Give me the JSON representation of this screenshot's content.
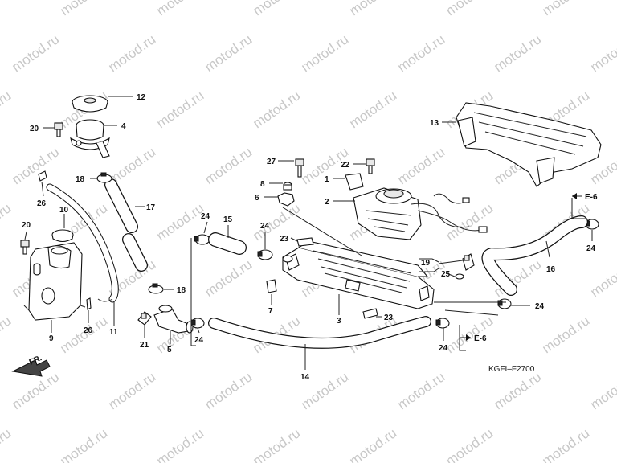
{
  "watermark": "motod.ru",
  "diagram_code": "KGFI–F2700",
  "direction_label": "FR.",
  "section_ref": "E-6",
  "callouts": [
    "1",
    "2",
    "3",
    "4",
    "5",
    "6",
    "7",
    "8",
    "9",
    "10",
    "11",
    "12",
    "13",
    "14",
    "15",
    "16",
    "17",
    "18",
    "19",
    "20",
    "21",
    "22",
    "23",
    "24",
    "25",
    "26",
    "27"
  ]
}
